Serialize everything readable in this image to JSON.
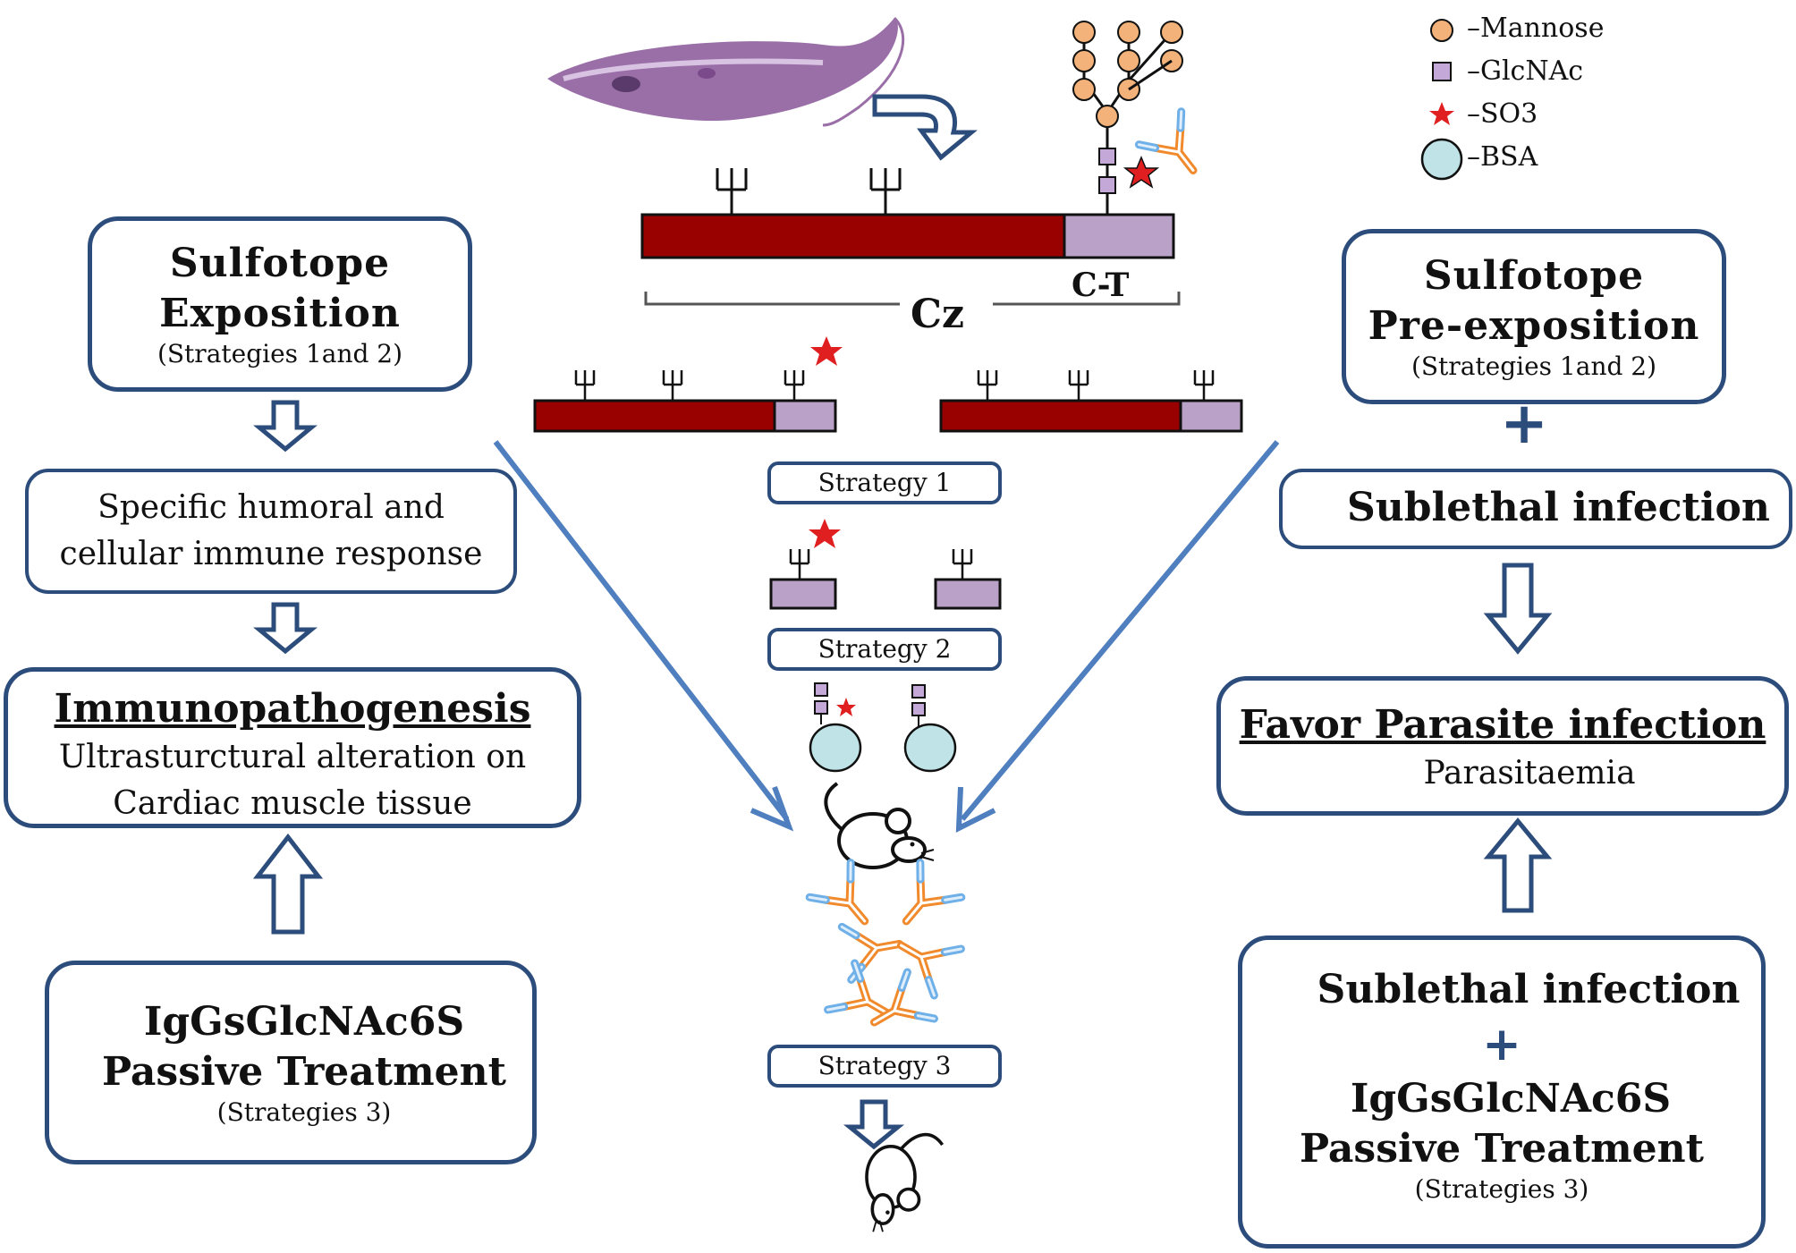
{
  "legend": {
    "mannose": "–Mannose",
    "glcnac": "–GlcNAc",
    "so3": "–SO3",
    "bsa": "–BSA"
  },
  "molecule_labels": {
    "cz": "Cz",
    "ct": "C-T"
  },
  "left": {
    "sulfotope": {
      "title_line1": "Sulfotope",
      "title_line2": "Exposition",
      "subtitle": "(Strategies 1and 2)"
    },
    "response": {
      "line1": "Specific humoral and",
      "line2": "cellular immune response"
    },
    "immuno": {
      "title": "Immunopathogenesis",
      "line1": "Ultrasturctural alteration on",
      "line2": "Cardiac muscle tissue"
    },
    "passive": {
      "line1": "IgGsGlcNAc6S",
      "line2": "Passive Treatment",
      "subtitle": "(Strategies 3)"
    }
  },
  "center": {
    "strategy1": "Strategy 1",
    "strategy2": "Strategy 2",
    "strategy3": "Strategy 3"
  },
  "right": {
    "sulfotope": {
      "title_line1": "Sulfotope",
      "title_line2": "Pre-exposition",
      "subtitle": "(Strategies 1and 2)"
    },
    "plus1": "+",
    "sublethal": "Sublethal infection",
    "favor": {
      "title": "Favor Parasite infection",
      "line": "Parasitaemia"
    },
    "bottom": {
      "sublethal": "Sublethal infection",
      "plus": "+",
      "line1": "IgGsGlcNAc6S",
      "line2": "Passive Treatment",
      "subtitle": "(Strategies 3)"
    }
  },
  "colors": {
    "box_border": "#2c4d7c",
    "arrow": "#4f7fbf",
    "cz_red": "#990000",
    "ct_lilac": "#b9a1c8",
    "mannose": "#f2b27a",
    "glcnac": "#c3a8d8",
    "so3": "#e02020",
    "bsa": "#bfe3e6",
    "antibody_orange": "#f08a2c",
    "antibody_blue": "#6fb0e8",
    "parasite": "#9a6fa8"
  },
  "icons": [
    "parasite-icon",
    "antibody-icon",
    "mouse-icon",
    "mannose-icon",
    "glcnac-icon",
    "star-icon",
    "bsa-icon"
  ]
}
